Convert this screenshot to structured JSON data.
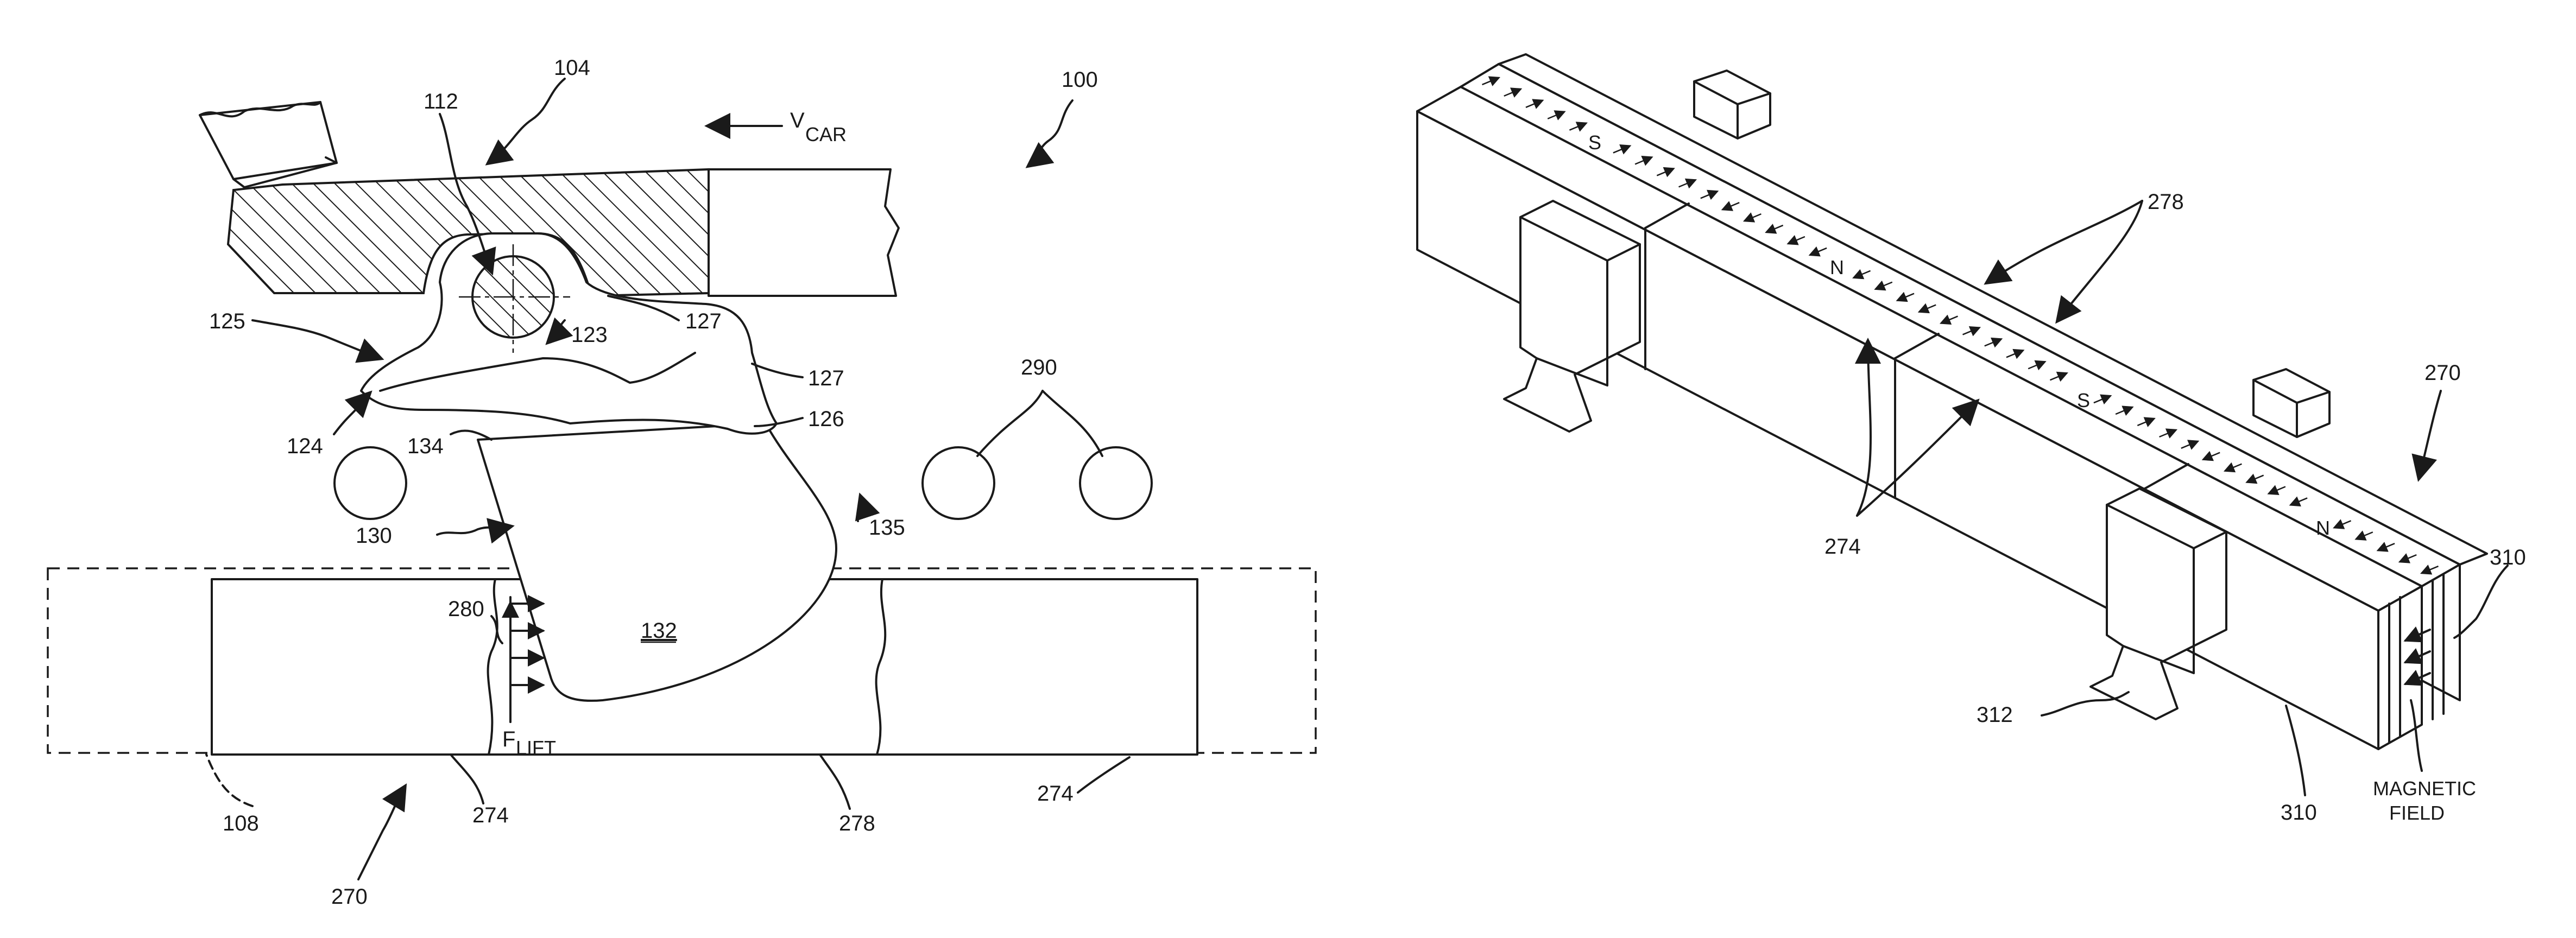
{
  "figure_left": {
    "labels": {
      "l100": "100",
      "l104": "104",
      "l112": "112",
      "l125": "125",
      "l127a": "127",
      "l123": "123",
      "l127b": "127",
      "l124": "124",
      "l134": "134",
      "l126": "126",
      "l290": "290",
      "l130": "130",
      "l135": "135",
      "l280": "280",
      "l132": "132",
      "l108": "108",
      "l274a": "274",
      "l278": "278",
      "l274b": "274",
      "l270": "270"
    },
    "vcar_main": "V",
    "vcar_sub": "CAR",
    "flift_main": "F",
    "flift_sub": "LIFT"
  },
  "figure_right": {
    "labels": {
      "l278": "278",
      "l270": "270",
      "l274": "274",
      "l310a": "310",
      "l312": "312",
      "l310b": "310"
    },
    "poles": {
      "p1": "S",
      "p2": "N",
      "p3": "S",
      "p4": "N"
    },
    "magnetic_field": [
      "MAGNETIC",
      "FIELD"
    ]
  }
}
